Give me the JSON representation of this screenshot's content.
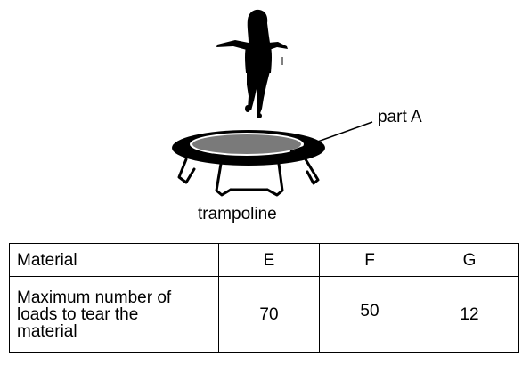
{
  "diagram": {
    "part_label": "part A",
    "object_label": "trampoline"
  },
  "table": {
    "header_label": "Material",
    "materials": [
      "E",
      "F",
      "G"
    ],
    "row_label": "Maximum number of loads to tear the material",
    "row_label_lines": [
      "Maximum number of",
      "loads to tear the",
      "material"
    ],
    "values": [
      "70",
      "50",
      "12"
    ]
  },
  "colors": {
    "ink": "#000000",
    "jump_mat": "#7a7a7a",
    "background": "#ffffff"
  }
}
